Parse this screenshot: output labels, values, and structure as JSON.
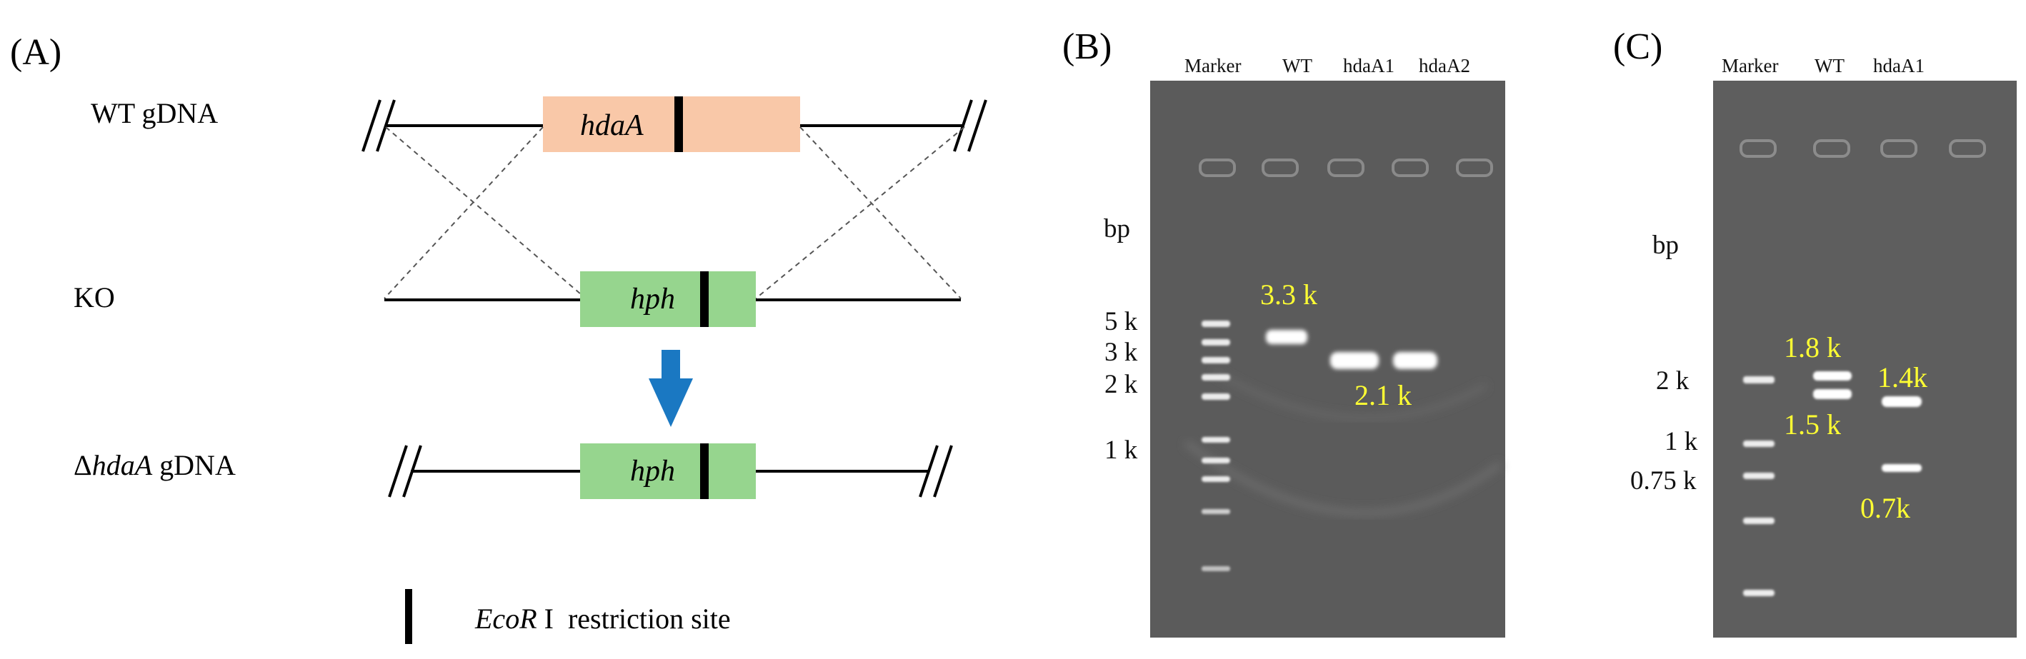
{
  "panels": {
    "a": "(A)",
    "b": "(B)",
    "c": "(C)"
  },
  "panel_a": {
    "wt_label": "WT gDNA",
    "ko_label": "KO",
    "mut_label_prefix": "Δ",
    "mut_label_gene": "hdaA",
    "mut_label_suffix": " gDNA",
    "gene_wt": "hdaA",
    "gene_ko": "hph",
    "gene_mut": "hph",
    "legend_italic": "EcoR",
    "legend_rest": " I  restriction site",
    "colors": {
      "hdaA_box": "#f9c8a8",
      "hph_box": "#96d58e",
      "arrow": "#1a78c2",
      "site": "#000000"
    }
  },
  "panel_b": {
    "lanes": [
      "Marker",
      "WT",
      "hdaA1",
      "hdaA2"
    ],
    "bp_label": "bp",
    "size_labels": [
      "5 k",
      "3 k",
      "2 k",
      "1 k"
    ],
    "band_labels": [
      "3.3 k",
      "2.1 k"
    ],
    "colors": {
      "gel": "#5b5b5b",
      "band_label": "#ffff33"
    }
  },
  "panel_c": {
    "lanes": [
      "Marker",
      "WT",
      "hdaA1"
    ],
    "bp_label": "bp",
    "size_labels": [
      "2 k",
      "1 k",
      "0.75 k"
    ],
    "band_labels": [
      "1.8 k",
      "1.5 k",
      "1.4k",
      "0.7k"
    ],
    "colors": {
      "gel": "#5e5e5e",
      "band_label": "#ffff33"
    }
  }
}
